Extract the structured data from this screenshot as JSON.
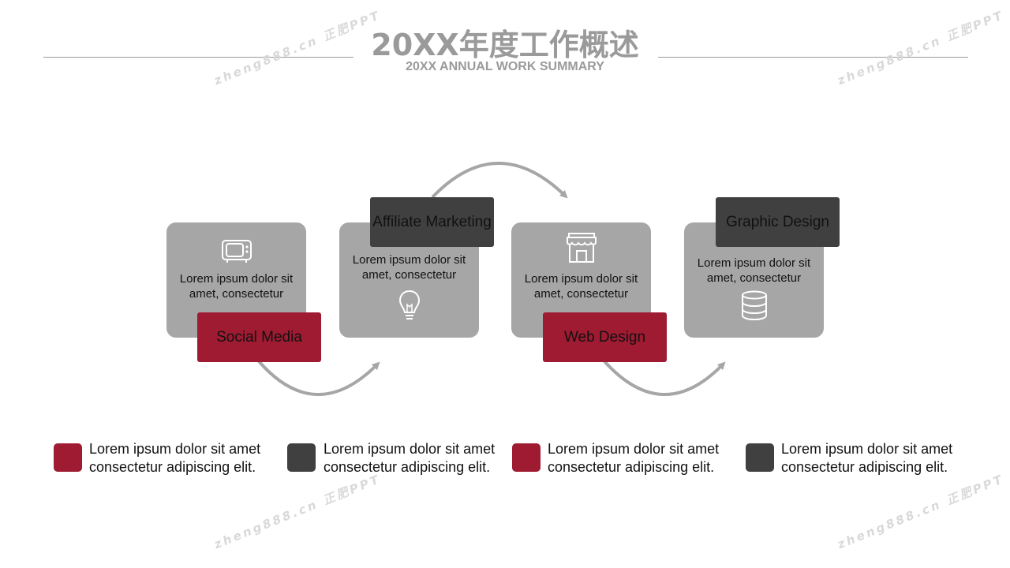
{
  "header": {
    "title": "20XX年度工作概述",
    "subtitle": "20XX ANNUAL WORK SUMMARY"
  },
  "watermark": "zheng888.cn 正肥PPT",
  "colors": {
    "accent_red": "#9e1b32",
    "dark": "#404040",
    "card_gray": "#a6a6a6",
    "heading_gray": "#9a9a9a"
  },
  "steps": [
    {
      "tag": "Social Media",
      "tag_color": "red",
      "text": "Lorem ipsum dolor sit amet, consectetur",
      "icon": "tv-icon"
    },
    {
      "tag": "Affiliate Marketing",
      "tag_color": "dark",
      "text": "Lorem ipsum dolor sit amet, consectetur",
      "icon": "lightbulb-icon"
    },
    {
      "tag": "Web Design",
      "tag_color": "red",
      "text": "Lorem ipsum dolor sit amet, consectetur",
      "icon": "store-icon"
    },
    {
      "tag": "Graphic Design",
      "tag_color": "dark",
      "text": "Lorem ipsum dolor sit amet, consectetur",
      "icon": "database-icon"
    }
  ],
  "legend": [
    {
      "color": "red",
      "line1": "Lorem ipsum dolor sit amet",
      "line2": "consectetur adipiscing elit."
    },
    {
      "color": "dark",
      "line1": "Lorem ipsum dolor sit amet",
      "line2": "consectetur adipiscing elit."
    },
    {
      "color": "red",
      "line1": "Lorem ipsum dolor sit amet",
      "line2": "consectetur adipiscing elit."
    },
    {
      "color": "dark",
      "line1": "Lorem ipsum dolor sit amet",
      "line2": "consectetur adipiscing elit."
    }
  ]
}
